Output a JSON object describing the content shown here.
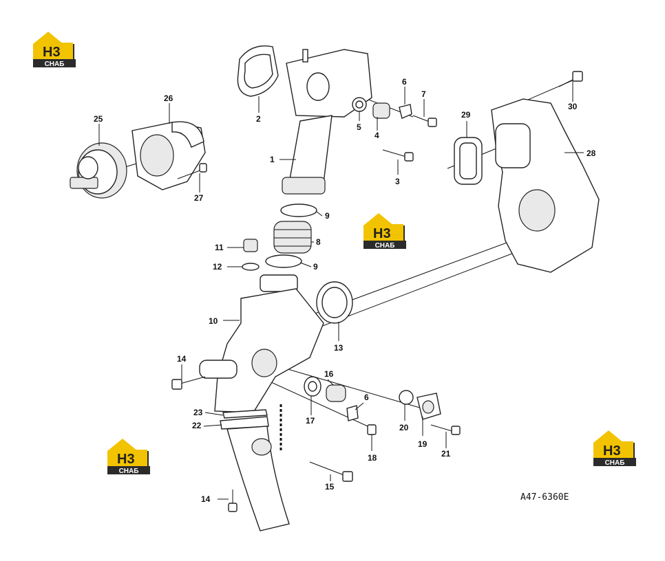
{
  "drawing_code": "A47-6360E",
  "watermark": {
    "mark": "H3",
    "text": "СНАБ",
    "colors": {
      "yellow": "#f2c300",
      "dark": "#2b2b2b"
    }
  },
  "callouts": [
    "1",
    "2",
    "3",
    "4",
    "5",
    "6",
    "7",
    "8",
    "9",
    "10",
    "11",
    "12",
    "13",
    "14",
    "15",
    "16",
    "17",
    "18",
    "19",
    "20",
    "21",
    "22",
    "23",
    "25",
    "26",
    "27",
    "28",
    "29",
    "30"
  ],
  "labels": {
    "c1": "1",
    "c2": "2",
    "c3": "3",
    "c4": "4",
    "c5": "5",
    "c6a": "6",
    "c7": "7",
    "c8": "8",
    "c9a": "9",
    "c9b": "9",
    "c10": "10",
    "c11": "11",
    "c12": "12",
    "c13": "13",
    "c14a": "14",
    "c14b": "14",
    "c15": "15",
    "c16": "16",
    "c6b": "6",
    "c17": "17",
    "c18": "18",
    "c19": "19",
    "c20": "20",
    "c21": "21",
    "c22": "22",
    "c23": "23",
    "c25": "25",
    "c26": "26",
    "c27": "27",
    "c28": "28",
    "c29": "29",
    "c30": "30"
  }
}
